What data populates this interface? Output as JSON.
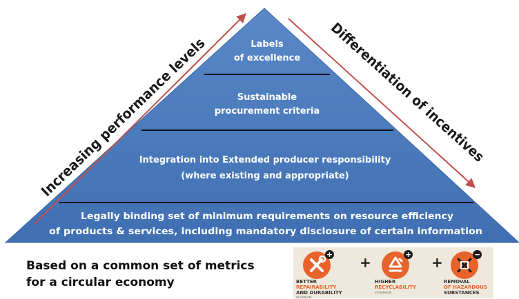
{
  "pyramid": {
    "tiers": [
      {
        "lines": [
          "Labels",
          "of excellence"
        ]
      },
      {
        "lines": [
          "Sustainable",
          "procurement criteria"
        ]
      },
      {
        "lines": [
          "Integration into Extended producer responsibility",
          "(where existing and appropriate)"
        ]
      },
      {
        "lines": [
          "Legally binding set of minimum requirements on resource efficiency",
          "of products & services, including mandatory disclosure of certain information"
        ]
      }
    ],
    "fill_color": "#4f7fc1",
    "arrow_color": "#c0504d"
  },
  "arrows": {
    "left_label": "Increasing performance levels",
    "right_label": "Differentiation of incentives"
  },
  "caption": {
    "line1": "Based on a common set of metrics",
    "line2": "for a circular economy"
  },
  "metrics": [
    {
      "icon": "tools-icon",
      "badge": "+",
      "line1": "BETTER",
      "line2": "REPAIRABILITY",
      "line3": "AND DURABILITY",
      "note": "of products"
    },
    {
      "icon": "recycle-icon",
      "badge": "+",
      "line1": "HIGHER",
      "line2": "RECYCLABILITY",
      "line3": "",
      "note": "of materials"
    },
    {
      "icon": "hazard-removed-icon",
      "badge": "−",
      "line1": "REMOVAL",
      "line2": "OF HAZARDOUS",
      "line3": "SUBSTANCES",
      "note": ""
    }
  ],
  "separators": [
    "+",
    "+"
  ]
}
